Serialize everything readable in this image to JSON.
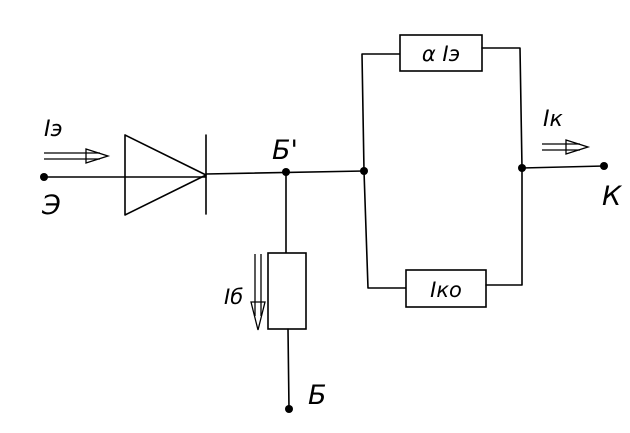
{
  "labels": {
    "emitter_current": "Iэ",
    "emitter_terminal": "Э",
    "internal_base": "Б'",
    "base_current": "Iб",
    "base_terminal": "Б",
    "collector_current": "Iк",
    "collector_terminal": "К",
    "current_source": "α Iэ",
    "reverse_current": "Iко"
  }
}
